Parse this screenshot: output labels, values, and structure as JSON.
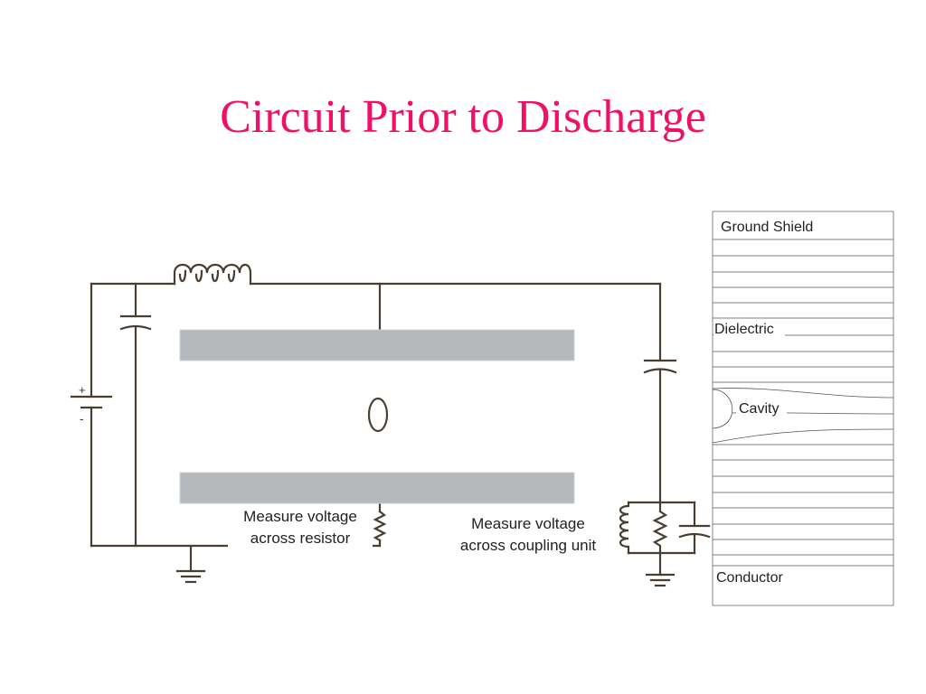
{
  "title": "Circuit Prior to Discharge",
  "circuit": {
    "battery_plus": "+",
    "battery_minus": "-",
    "resistor_label_line1": "Measure voltage",
    "resistor_label_line2": "across resistor",
    "coupling_label_line1": "Measure voltage",
    "coupling_label_line2": "across coupling unit"
  },
  "cross_section": {
    "ground_shield": "Ground Shield",
    "dielectric": "Dielectric",
    "cavity": "Cavity",
    "conductor": "Conductor"
  },
  "colors": {
    "title": "#ee1166",
    "wire": "#4a3e33",
    "plate": "#b5b9bb"
  }
}
